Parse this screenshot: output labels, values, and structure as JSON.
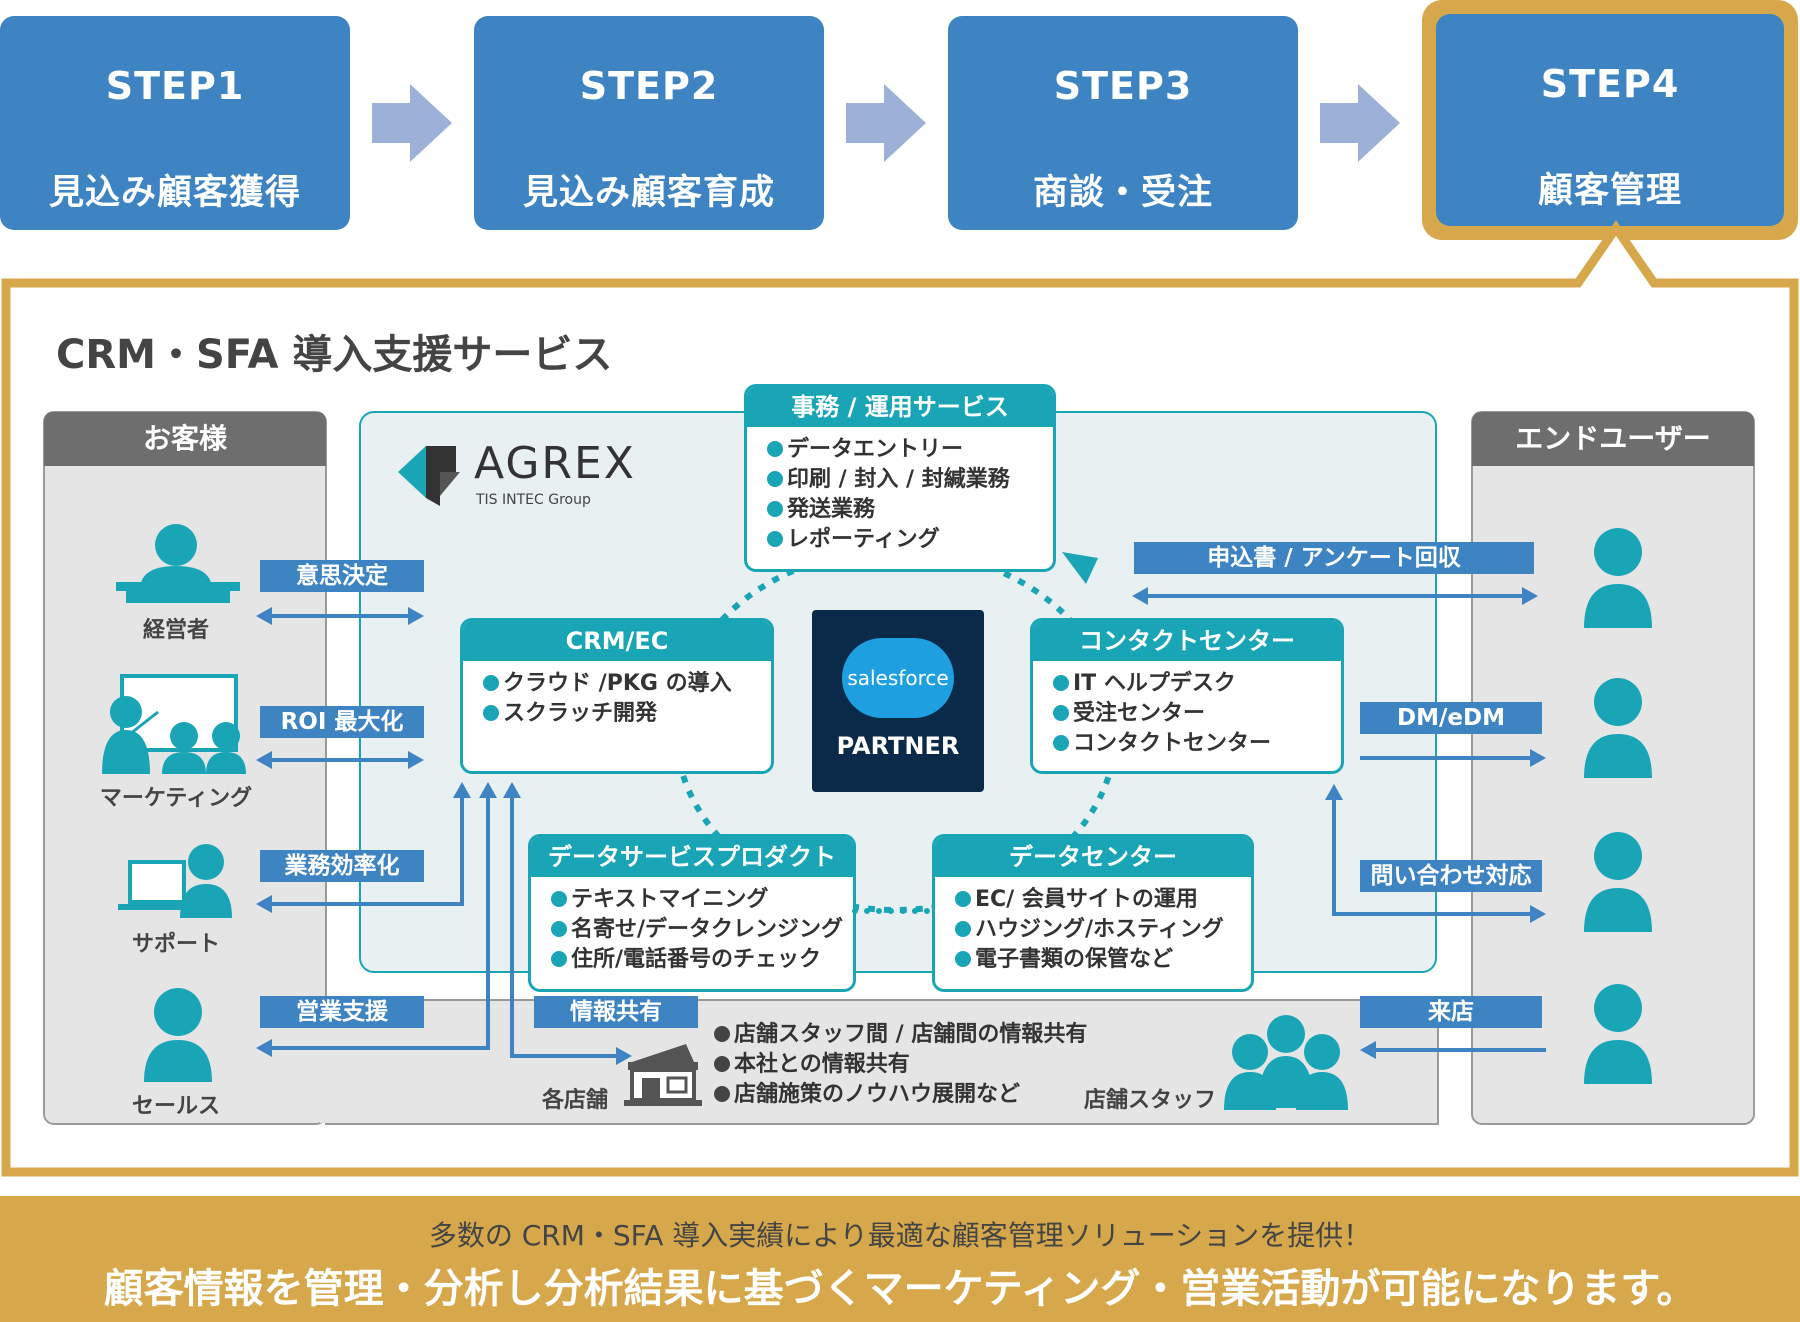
{
  "steps": [
    {
      "num": "STEP1",
      "label": "見込み顧客獲得"
    },
    {
      "num": "STEP2",
      "label": "見込み顧客育成"
    },
    {
      "num": "STEP3",
      "label": "商談・受注"
    },
    {
      "num": "STEP4",
      "label": "顧客管理"
    }
  ],
  "section_title": "CRM・SFA 導入支援サービス",
  "customer": {
    "header": "お客様",
    "roles": [
      "経営者",
      "マーケティング",
      "サポート",
      "セールス"
    ],
    "actions": [
      "意思決定",
      "ROI 最大化",
      "業務効率化",
      "営業支援"
    ]
  },
  "agrex": {
    "name": "AGREX",
    "sub": "TIS INTEC Group"
  },
  "salesforce": {
    "logo": "salesforce",
    "partner": "PARTNER"
  },
  "services": {
    "office": {
      "title": "事務 / 運用サービス",
      "items": [
        "データエントリー",
        "印刷 / 封入 / 封緘業務",
        "発送業務",
        "レポーティング"
      ]
    },
    "crm": {
      "title": "CRM/EC",
      "items": [
        "クラウド /PKG の導入",
        "スクラッチ開発"
      ]
    },
    "contact": {
      "title": "コンタクトセンター",
      "items": [
        "IT ヘルプデスク",
        "受注センター",
        "コンタクトセンター"
      ]
    },
    "dataservice": {
      "title": "データサービスプロダクト",
      "items": [
        "テキストマイニング",
        "名寄せ/データクレンジング",
        "住所/電話番号のチェック"
      ]
    },
    "datacenter": {
      "title": "データセンター",
      "items": [
        "EC/ 会員サイトの運用",
        "ハウジング/ホスティング",
        "電子書類の保管など"
      ]
    }
  },
  "store": {
    "share_label": "情報共有",
    "items": [
      "店舗スタッフ間 / 店舗間の情報共有",
      "本社との情報共有",
      "店舗施策のノウハウ展開など"
    ],
    "store_label": "各店舗",
    "staff_label": "店舗スタッフ"
  },
  "enduser": {
    "header": "エンドユーザー",
    "channels": [
      "申込書 / アンケート回収",
      "DM/eDM",
      "問い合わせ対応",
      "来店"
    ]
  },
  "footer": {
    "sub": "多数の CRM・SFA 導入実績により最適な顧客管理ソリューションを提供！",
    "main": "顧客情報を管理・分析し分析結果に基づくマーケティング・営業活動が可能になります。"
  },
  "colors": {
    "step_blue": "#3f84c2",
    "gold": "#d6a84b",
    "teal": "#19a5b6",
    "gray_panel": "#e5e5e5",
    "gray_header": "#6e6e6e",
    "salesforce_navy": "#0b2a4a"
  }
}
